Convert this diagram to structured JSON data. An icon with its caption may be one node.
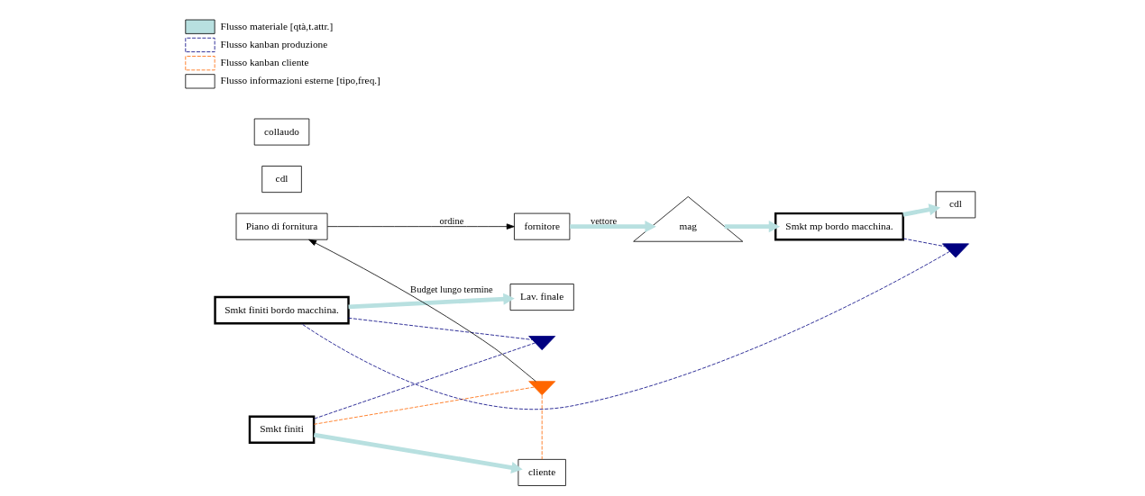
{
  "diagram": {
    "nodes": [
      {
        "text": [
          "Piano di fornitura"
        ]
      },
      {
        "text": [
          "fornitore"
        ]
      },
      {
        "text": [
          "cliente"
        ]
      },
      {
        "text": [
          "mag"
        ]
      },
      {
        "text": [
          "Smkt mp bordo macchina."
        ]
      },
      {
        "text": [
          "cdl"
        ]
      },
      {
        "text": [
          "cdl"
        ]
      },
      {
        "text": [
          "collaudo"
        ]
      },
      {
        "text": [
          "Smkt finiti bordo macchina."
        ]
      },
      {
        "text": [
          "Lav. finale"
        ]
      },
      {
        "text": [
          "Smkt finiti"
        ]
      },
      {
        "text": [],
        "shape": "triangle"
      },
      {
        "text": [],
        "shape": "triangle"
      },
      {
        "text": [],
        "shape": "triangle"
      }
    ],
    "edges": [
      {
        "from": 0,
        "to": 1,
        "arrow": "to",
        "label": "ordine",
        "color": "#000000"
      },
      {
        "from": 13,
        "to": 0,
        "arrow": "to",
        "label": "Budget lungo termine",
        "color": "#000000"
      },
      {
        "from": 1,
        "to": 3,
        "arrow": "to",
        "label": "vettore",
        "style": "thick",
        "color": "#b8e0e0"
      },
      {
        "from": 3,
        "to": 4,
        "arrow": "to",
        "style": "thick",
        "color": "#b8e0e0"
      },
      {
        "from": 4,
        "to": 5,
        "arrow": "to",
        "style": "thick",
        "color": "#b8e0e0"
      },
      {
        "from": 8,
        "to": 9,
        "arrow": "to",
        "style": "thick",
        "color": "#b8e0e0"
      },
      {
        "from": 10,
        "to": 2,
        "arrow": "to",
        "style": "thick",
        "color": "#b8e0e0"
      },
      {
        "from": 4,
        "to": 11,
        "arrow": "none",
        "style": "dashed",
        "color": "#000080"
      },
      {
        "from": 11,
        "to": 8,
        "arrow": "none",
        "style": "dashed",
        "color": "#000080"
      },
      {
        "from": 8,
        "to": 12,
        "arrow": "none",
        "style": "dashed",
        "color": "#000080"
      },
      {
        "from": 12,
        "to": 10,
        "arrow": "none",
        "style": "dashed",
        "color": "#000080"
      },
      {
        "from": 10,
        "to": 13,
        "arrow": "none",
        "style": "dashed",
        "color": "#ff6600"
      },
      {
        "from": 13,
        "to": 2,
        "arrow": "none",
        "style": "dashed",
        "color": "#ff6600"
      }
    ],
    "legend": [
      {
        "text": "Flusso materiale [qtà,t.attr.]"
      },
      {
        "text": "Flusso kanban produzione"
      },
      {
        "text": "Flusso kanban cliente"
      },
      {
        "text": "Flusso informazioni esterne [tipo,freq.]"
      }
    ]
  }
}
